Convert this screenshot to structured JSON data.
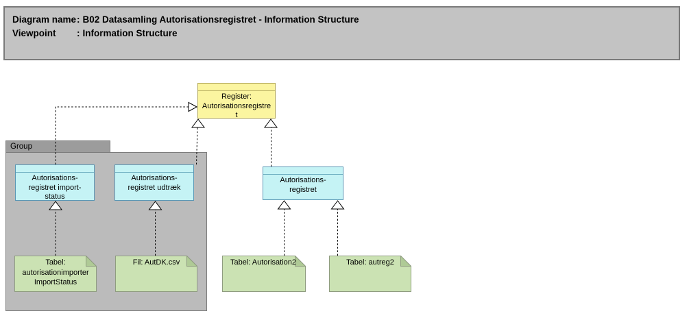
{
  "header": {
    "rows": [
      {
        "label": "Diagram name",
        "sep": ":",
        "value": "B02 Datasamling Autorisationsregistret - Information Structure"
      },
      {
        "label": "Viewpoint",
        "sep": ":",
        "value": "Information Structure"
      }
    ]
  },
  "group": {
    "label": "Group"
  },
  "nodes": {
    "register": {
      "kind": "business-object",
      "lines": [
        "Register:",
        "Autorisationsregistre",
        "t"
      ]
    },
    "import_status": {
      "kind": "data-object",
      "lines": [
        "Autorisations-",
        "registret import-",
        "status"
      ]
    },
    "udtraek": {
      "kind": "data-object",
      "lines": [
        "Autorisations-",
        "registret udtræk"
      ]
    },
    "autreg": {
      "kind": "data-object",
      "lines": [
        "Autorisations-",
        "registret"
      ]
    },
    "note_import": {
      "kind": "note",
      "lines": [
        "Tabel:",
        "autorisationimporter",
        "ImportStatus"
      ]
    },
    "note_autdk": {
      "kind": "note",
      "lines": [
        "Fil: AutDK.csv"
      ]
    },
    "note_autorisation2": {
      "kind": "note",
      "lines": [
        "Tabel: Autorisation2"
      ]
    },
    "note_autreg2": {
      "kind": "note",
      "lines": [
        "Tabel: autreg2"
      ]
    }
  },
  "relationships": [
    {
      "from": "Autorisationsregistret import-status",
      "to": "Register: Autorisationsregistret",
      "type": "specialization"
    },
    {
      "from": "Autorisationsregistret udtræk",
      "to": "Register: Autorisationsregistret",
      "type": "specialization"
    },
    {
      "from": "Autorisationsregistret",
      "to": "Register: Autorisationsregistret",
      "type": "specialization"
    },
    {
      "from": "Tabel: autorisationimporterImportStatus",
      "to": "Autorisationsregistret import-status",
      "type": "specialization"
    },
    {
      "from": "Fil: AutDK.csv",
      "to": "Autorisationsregistret udtræk",
      "type": "specialization"
    },
    {
      "from": "Tabel: Autorisation2",
      "to": "Autorisationsregistret",
      "type": "specialization"
    },
    {
      "from": "Tabel: autreg2",
      "to": "Autorisationsregistret",
      "type": "specialization"
    }
  ],
  "colors": {
    "title_bar_fill": "#c3c3c3",
    "group_tab_fill": "#9c9c9c",
    "group_body_fill": "#bbbbbb",
    "object_yellow_fill": "#fbf5a0",
    "object_yellow_border": "#b3a95c",
    "object_cyan_fill": "#c5f3f5",
    "object_cyan_border": "#5b97b5",
    "note_green_fill": "#cbe2b3",
    "note_green_fold": "#afca96",
    "note_green_border": "#8f9c80"
  }
}
